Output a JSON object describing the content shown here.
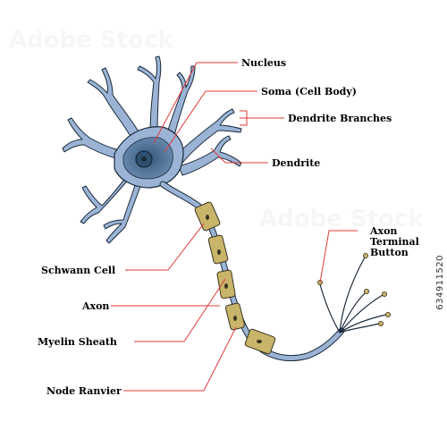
{
  "labels": {
    "nucleus": "Nucleus",
    "soma": "Soma (Cell Body)",
    "dendrite_branches": "Dendrite  Branches",
    "dendrite": "Dendrite",
    "axon_terminal_1": "Axon",
    "axon_terminal_2": "Terminal",
    "axon_terminal_3": "Button",
    "schwann_cell": "Schwann Cell",
    "axon": "Axon",
    "myelin_sheath": "Myelin Sheath",
    "node_ranvier": "Node Ranvier"
  },
  "image_id": "634911520",
  "watermark": "Adobe Stock",
  "colors": {
    "cell_body": "#9bb4d6",
    "cell_body_dark": "#2f4f6f",
    "myelin": "#c8b56a",
    "leader_line": "#e23a3a",
    "outline": "#1b2a3a"
  }
}
